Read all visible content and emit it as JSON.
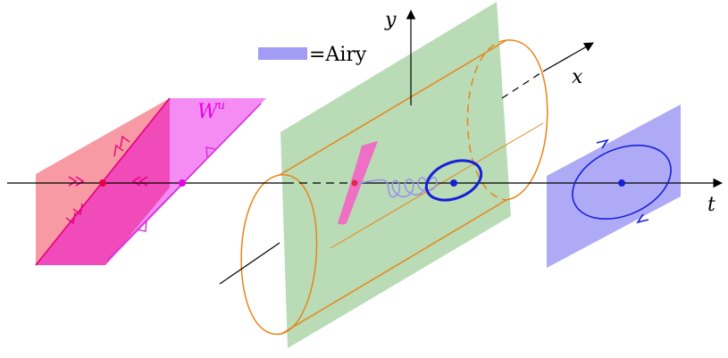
{
  "labels": {
    "y": "y",
    "x": "x",
    "t": "t",
    "wu_base": "W",
    "wu_sup": "u",
    "legend_text": "=Airy"
  },
  "colors": {
    "axis": "#000000",
    "cylinder": "#e8841a",
    "green_plane": "#b9dcb6",
    "red_plane": "#f79aa4",
    "magenta_plane": "#f58cf3",
    "magenta_overlap": "#f14bb9",
    "pink_line": "#e6007e",
    "magenta_line": "#d12fd6",
    "airy_legend": "#a29cf5",
    "blue_plane": "#aeaaf6",
    "blue": "#1720d8",
    "spiral": "#9a92ea",
    "airy_strip": "#ee6fc3"
  },
  "icons": [
    "stable-node-dot",
    "unstable-node-dot",
    "center-dot",
    "red-dot-on-cylinder"
  ]
}
